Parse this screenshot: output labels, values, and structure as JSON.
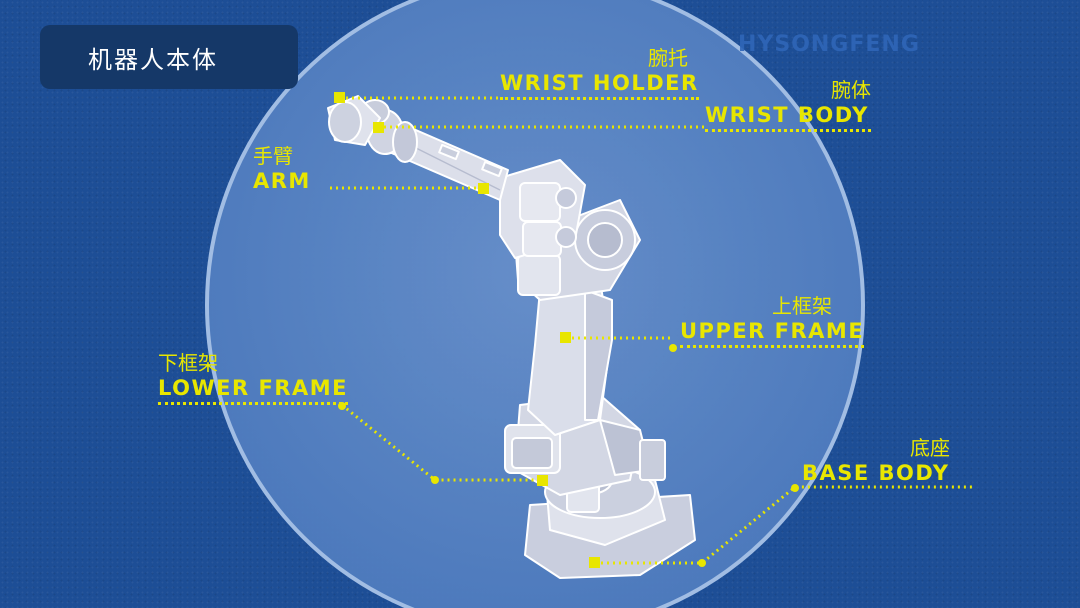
{
  "header": {
    "title": "机器人本体"
  },
  "watermark": {
    "text": "HYSONGFENG"
  },
  "labels": {
    "wrist_holder": {
      "cn": "腕托",
      "en": "WRIST HOLDER"
    },
    "wrist_body": {
      "cn": "腕体",
      "en": "WRIST BODY"
    },
    "arm": {
      "cn": "手臂",
      "en": "ARM"
    },
    "upper_frame": {
      "cn": "上框架",
      "en": "UPPER FRAME"
    },
    "lower_frame": {
      "cn": "下框架",
      "en": "LOWER FRAME"
    },
    "base_body": {
      "cn": "底座",
      "en": "BASE BODY"
    }
  },
  "colors": {
    "background": "#1d4e96",
    "title_box": "#153868",
    "accent_yellow": "#e8e600",
    "robot_body": "#d8dbe8",
    "robot_outline": "#ffffff"
  }
}
